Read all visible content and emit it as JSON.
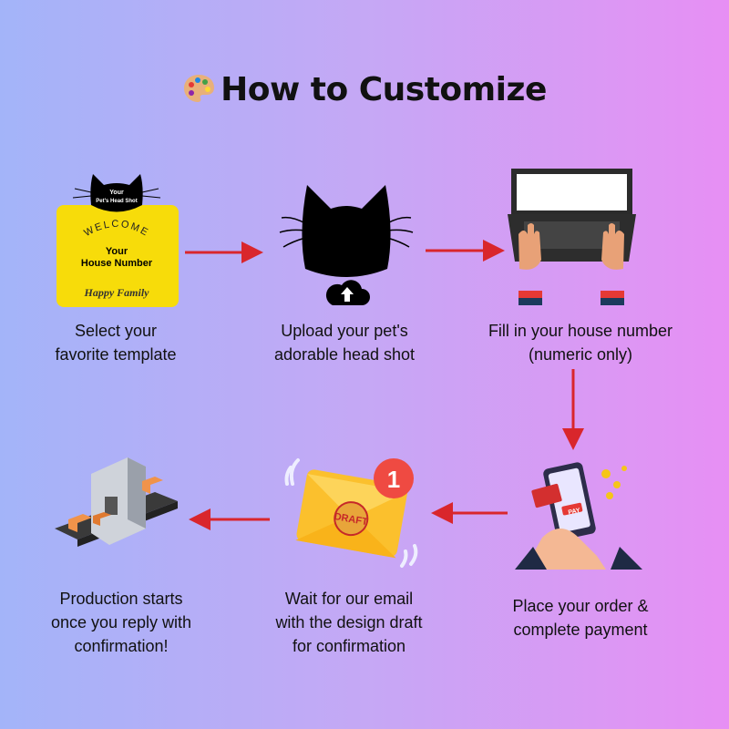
{
  "title": "How to Customize",
  "title_icon": "palette-icon",
  "steps": [
    {
      "lines": [
        "Select your",
        "favorite template"
      ],
      "icon": "template-sign-icon",
      "template": {
        "head_text_1": "Your",
        "head_text_2": "Pet's Head Shot",
        "welcome": "WELCOME",
        "number_1": "Your",
        "number_2": "House Number",
        "family": "Happy Family"
      }
    },
    {
      "lines": [
        "Upload your pet's",
        "adorable head shot"
      ],
      "icon": "cat-upload-icon"
    },
    {
      "lines": [
        "Fill in your house number",
        "(numeric only)"
      ],
      "icon": "laptop-typing-icon"
    },
    {
      "lines": [
        "Place your order &",
        "complete payment"
      ],
      "icon": "phone-payment-icon",
      "pay_label": "PAY"
    },
    {
      "lines": [
        "Wait for our email",
        "with the design draft",
        "for confirmation"
      ],
      "icon": "email-draft-icon",
      "badge": "1",
      "stamp": "DRAFT"
    },
    {
      "lines": [
        "Production starts",
        "once you reply with",
        "confirmation!"
      ],
      "icon": "conveyor-production-icon"
    }
  ],
  "colors": {
    "arrow": "#d9262c",
    "sign": "#f7dc0a",
    "badge": "#ef4a42",
    "envelope": "#fbc02d"
  }
}
